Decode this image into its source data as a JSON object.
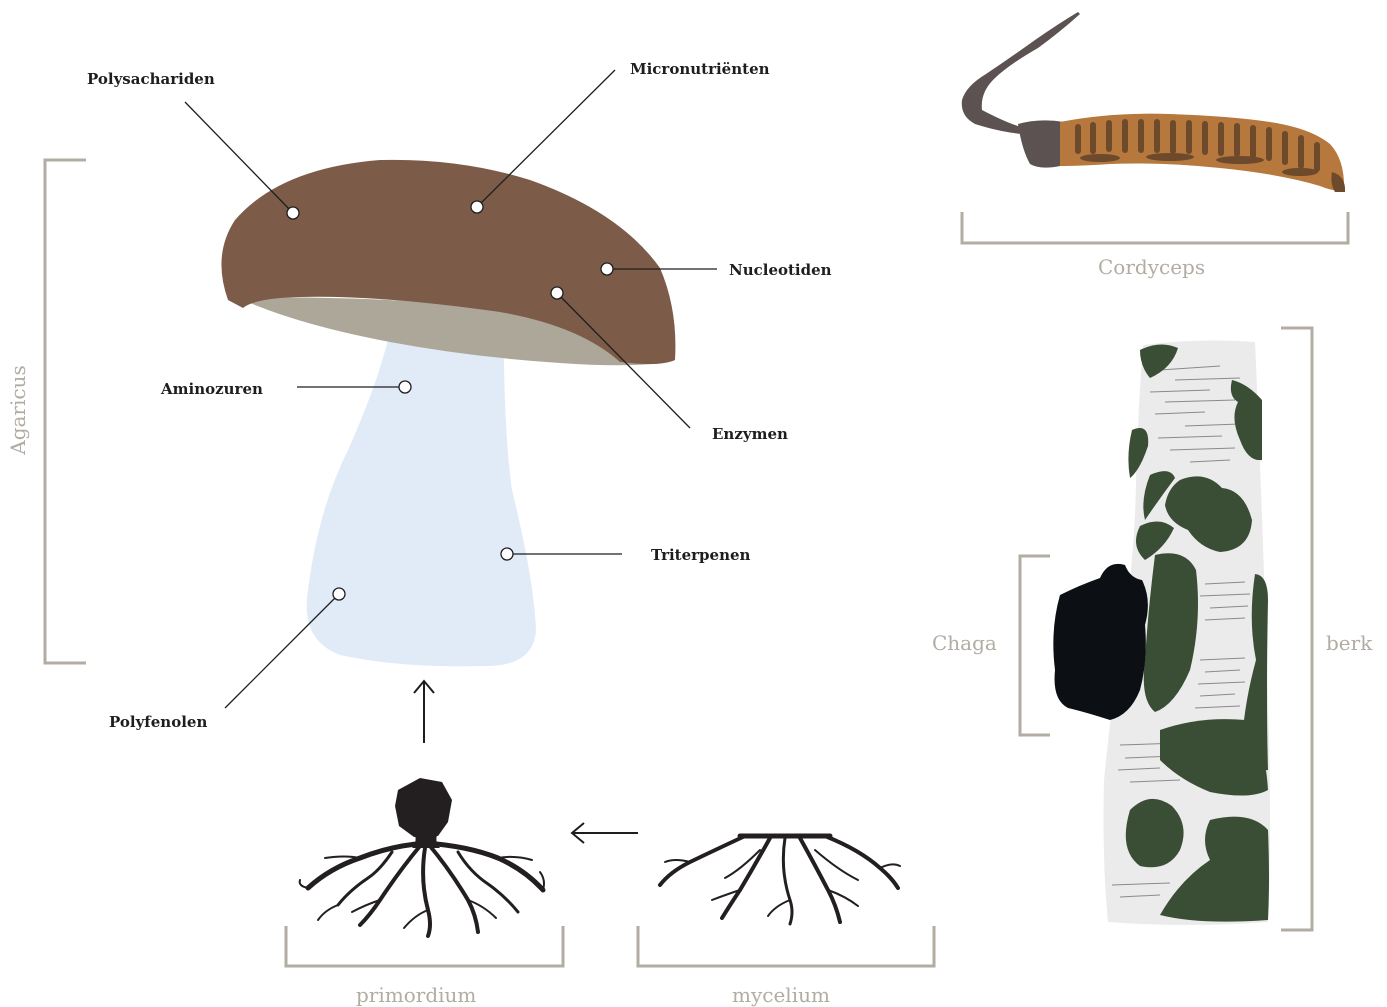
{
  "components": {
    "polysachariden": "Polysachariden",
    "micronutrienten": "Micronutriënten",
    "nucleotiden": "Nucleotiden",
    "enzymen": "Enzymen",
    "aminozuren": "Aminozuren",
    "triterpenen": "Triterpenen",
    "polyfenolen": "Polyfenolen"
  },
  "groups": {
    "agaricus": "Agaricus",
    "cordyceps": "Cordyceps",
    "chaga": "Chaga",
    "berk": "berk",
    "primordium": "primordium",
    "mycelium": "mycelium"
  },
  "colors": {
    "cap": "#7c5c48",
    "gills": "#ada79a",
    "stem": "#e1ebf8",
    "bracket": "#b2aca2",
    "bark": "#ebebeb",
    "lichen": "#3a4d35",
    "chaga": "#0c1015",
    "roots": "#231f20",
    "cordyceps_worm": "#b6783c",
    "cordyceps_stroma": "#5d5252"
  },
  "icons": [
    "mushroom",
    "cordyceps-caterpillar",
    "birch-trunk",
    "chaga-conk",
    "primordium-roots",
    "mycelium-roots",
    "arrow-up",
    "arrow-left"
  ]
}
